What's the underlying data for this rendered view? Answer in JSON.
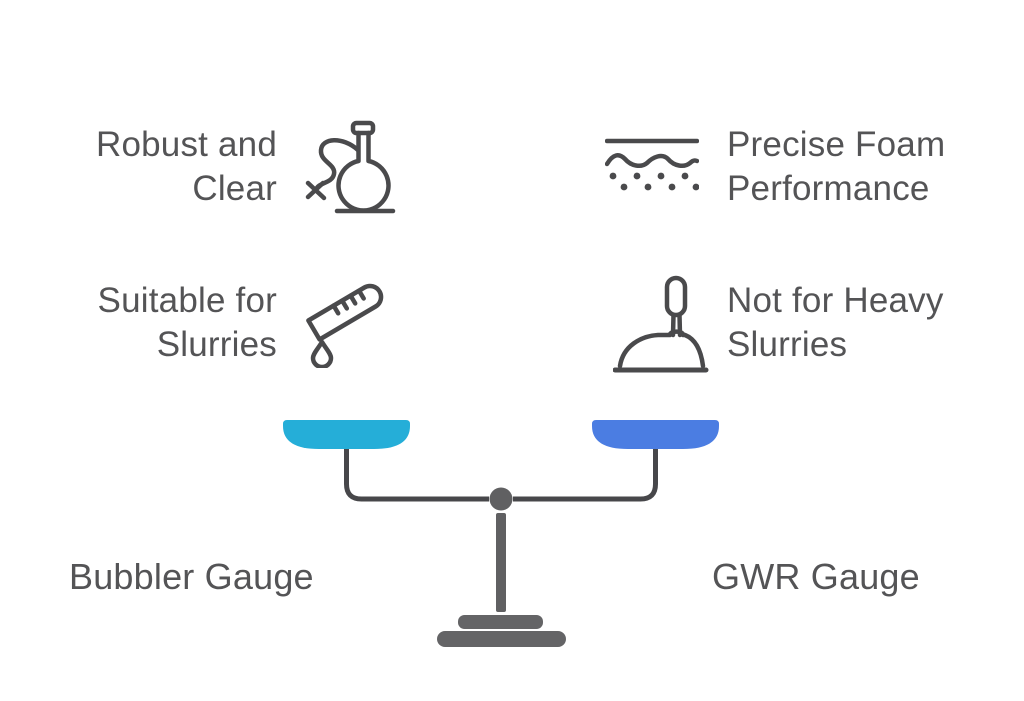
{
  "colors": {
    "background": "#ffffff",
    "text": "#545456",
    "icon_stroke": "#4a4a4c",
    "scale_arm": "#47474a",
    "scale_metal": "#606062",
    "scale_base": "#646466",
    "left_pan": "#25aed8",
    "right_pan": "#4b7de2"
  },
  "features": {
    "top_left": {
      "line1": "Robust and",
      "line2": "Clear",
      "icon": "flask-icon"
    },
    "top_right": {
      "line1": "Precise Foam",
      "line2": "Performance",
      "icon": "foam-layers-icon"
    },
    "mid_left": {
      "line1": "Suitable for",
      "line2": "Slurries",
      "icon": "test-tube-drop-icon"
    },
    "mid_right": {
      "line1": "Not for Heavy",
      "line2": "Slurries",
      "icon": "plunger-icon"
    }
  },
  "scale": {
    "left_label": "Bubbler Gauge",
    "right_label": "GWR Gauge"
  }
}
